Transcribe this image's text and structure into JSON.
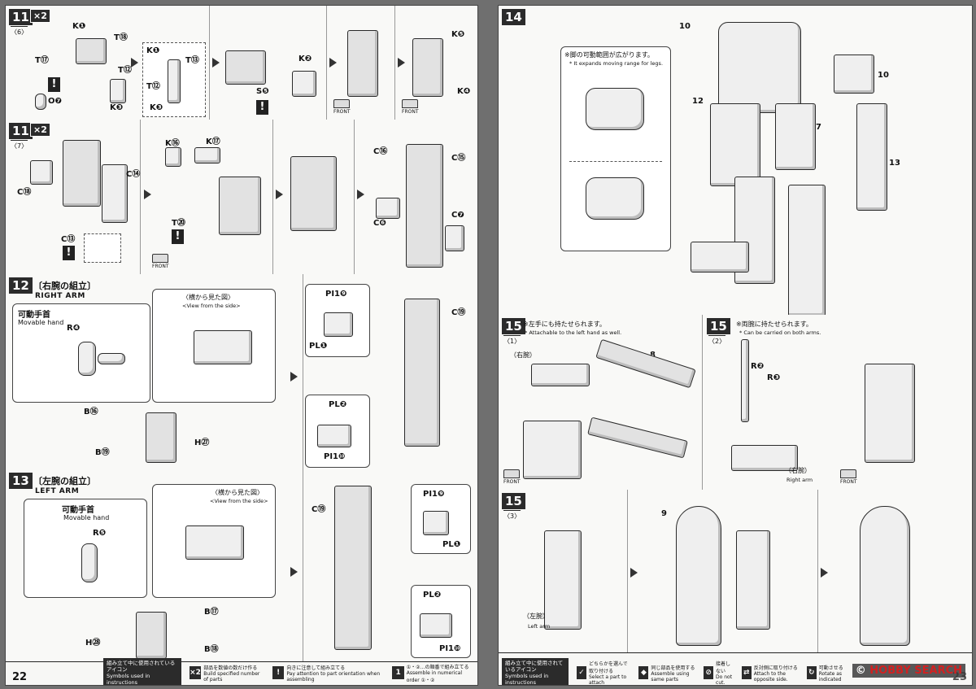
{
  "left_page": {
    "page_number": "22",
    "step11a": {
      "number": "11",
      "sub": "〈6〉",
      "mult": "×2",
      "labels": [
        "K❶",
        "T⑱",
        "T⑰",
        "T⑫",
        "K❸",
        "O❼",
        "K❶",
        "T⑬",
        "T⑫",
        "K❸",
        "K❷",
        "S❺",
        "K❺",
        "K❹"
      ],
      "front": "FRONT"
    },
    "step11b": {
      "number": "11",
      "sub": "〈7〉",
      "mult": "×2",
      "labels": [
        "C⑭",
        "C⑱",
        "C⑬",
        "K⑯",
        "K⑰",
        "T⑳",
        "C⑯",
        "C⑮",
        "C❻",
        "C❼"
      ],
      "front": "FRONT"
    },
    "step12": {
      "number": "12",
      "title_jp": "〔右腕の組立〕",
      "title_en": "RIGHT ARM",
      "movable_jp": "可動手首",
      "movable_en": "Movable hand",
      "view_jp": "〈横から見た図〉",
      "view_en": "<View from the side>",
      "labels": [
        "R❹",
        "B⑯",
        "B⑲",
        "H㉗",
        "PI1❾",
        "PL❶",
        "PL❷",
        "PI1❿",
        "C⑲"
      ]
    },
    "step13": {
      "number": "13",
      "title_jp": "〔左腕の組立〕",
      "title_en": "LEFT ARM",
      "movable_jp": "可動手首",
      "movable_en": "Movable hand",
      "view_jp": "〈横から見た図〉",
      "view_en": "<View from the side>",
      "labels": [
        "R❺",
        "B⑰",
        "B⑱",
        "H㉘",
        "C⑲",
        "PI1❾",
        "PL❶",
        "PL❷",
        "PI1❿"
      ]
    },
    "legend": {
      "head_jp": "組み立て中に使用されているアイコン",
      "head_en": "Symbols used in instructions",
      "items": [
        {
          "sym": "×2",
          "jp": "部品を数値の数だけ作る",
          "en": "Build specified number of parts"
        },
        {
          "sym": "!",
          "jp": "向きに注意して組み立てる",
          "en": "Pay attention to part orientation when assembling"
        },
        {
          "sym": "1",
          "jp": "①・②…の順番で組み立てる",
          "en": "Assemble in numerical order ①・②"
        }
      ]
    }
  },
  "right_page": {
    "page_number": "23",
    "step14": {
      "number": "14",
      "note_jp": "※脚の可動範囲が広がります。",
      "note_en": "* It expands moving range for legs.",
      "labels": [
        "10",
        "10",
        "12",
        "7",
        "13"
      ]
    },
    "step15a": {
      "number": "15",
      "sub": "〈1〉",
      "note_jp": "※左手にも持たせられます。",
      "note_en": "* Attachable to the left hand as well.",
      "arm_jp": "（右腕）",
      "part": "8",
      "front": "FRONT"
    },
    "step15b": {
      "number": "15",
      "sub": "〈2〉",
      "note_jp": "※両腕に持たせられます。",
      "note_en": "* Can be carried on both arms.",
      "arm_jp": "（右腕）",
      "arm_en": "Right arm",
      "labels": [
        "R❷",
        "R❸"
      ],
      "front": "FRONT"
    },
    "step15c": {
      "number": "15",
      "sub": "〈3〉",
      "arm_jp": "（左腕）",
      "arm_en": "Left arm",
      "part": "9"
    },
    "legend": {
      "head_jp": "組み立て中に使用されているアイコン",
      "head_en": "Symbols used in instructions",
      "items": [
        {
          "sym": "✓",
          "jp": "どちらかを選んで取り付ける",
          "en": "Select a part to attach"
        },
        {
          "sym": "◆",
          "jp": "同じ部品を使用する",
          "en": "Assemble using same parts"
        },
        {
          "sym": "⊘",
          "jp": "接着しない",
          "en": "Do not cut."
        },
        {
          "sym": "⇄",
          "jp": "反対側に取り付ける",
          "en": "Attach to the opposite side."
        },
        {
          "sym": "↻",
          "jp": "可動させる",
          "en": "Rotate as indicated"
        }
      ]
    },
    "watermark_prefix": "© ",
    "watermark_brand": "HOBBY SEARCH"
  },
  "colors": {
    "ink": "#2b2b2b",
    "paper": "#f7f7f5",
    "part": "#e2e2e2",
    "watermark_accent": "#d32020"
  }
}
